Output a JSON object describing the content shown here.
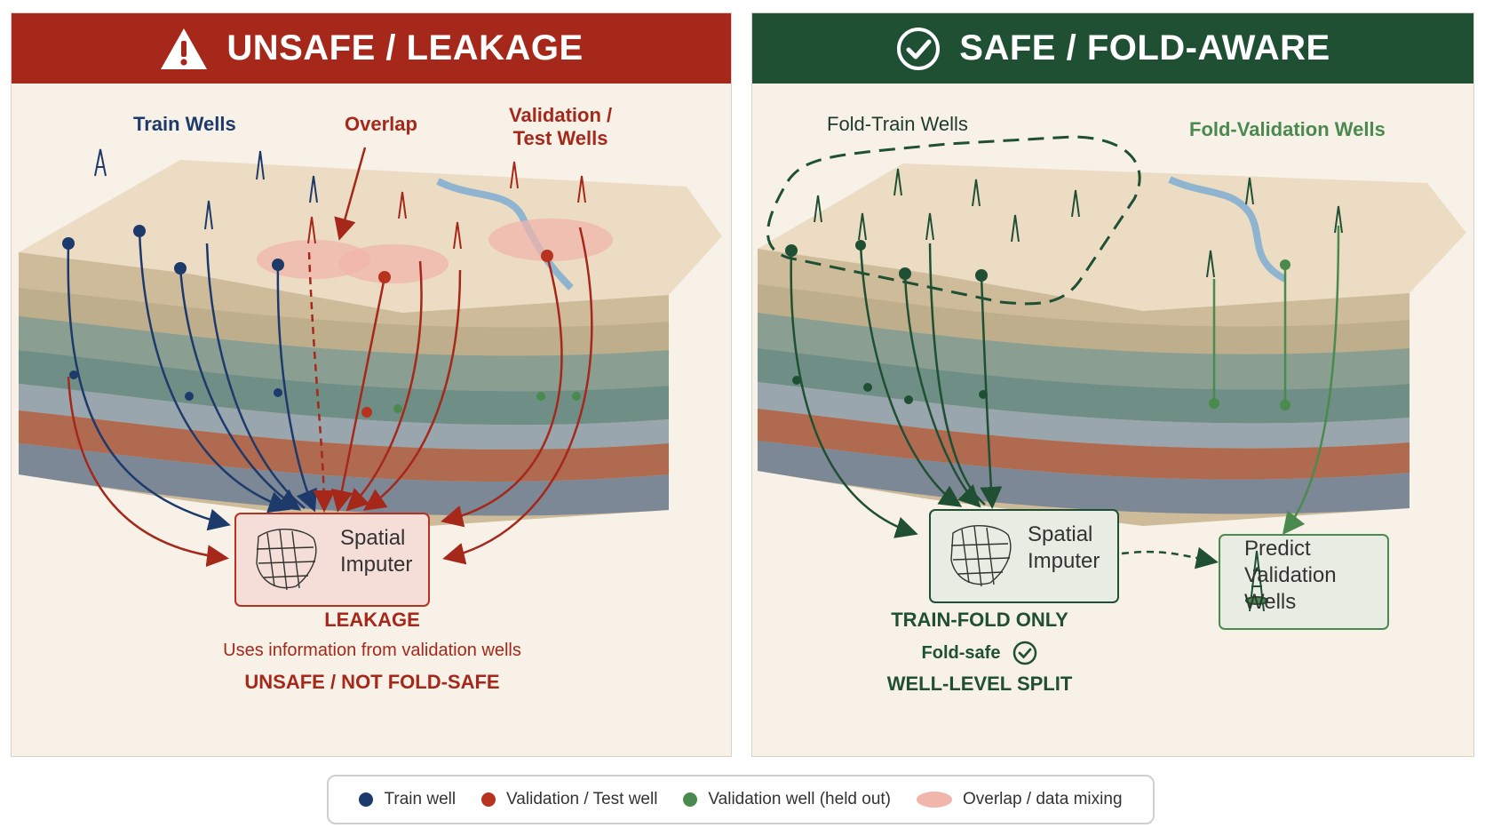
{
  "left": {
    "title": "UNSAFE / LEAKAGE",
    "icon": "warning-icon",
    "color": "#a5281a",
    "labels": {
      "train": "Train Wells",
      "overlap": "Overlap",
      "validation_line1": "Validation /",
      "validation_line2": "Test Wells"
    },
    "imputer_line1": "Spatial",
    "imputer_line2": "Imputer",
    "status_title": "LEAKAGE",
    "status_desc": "Uses information from validation wells",
    "status_verdict": "UNSAFE / NOT FOLD-SAFE"
  },
  "right": {
    "title": "SAFE / FOLD-AWARE",
    "icon": "check-circle-icon",
    "color": "#1f5034",
    "labels": {
      "fold_train": "Fold-Train Wells",
      "fold_validation": "Fold-Validation Wells"
    },
    "imputer_line1": "Spatial",
    "imputer_line2": "Imputer",
    "predict_line1": "Predict",
    "predict_line2": "Validation",
    "predict_line3": "Wells",
    "status_title": "TRAIN-FOLD ONLY",
    "status_foldsafe": "Fold-safe",
    "status_split": "WELL-LEVEL SPLIT"
  },
  "legend": [
    {
      "label": "Train well",
      "color": "#1d3a6b",
      "icon": "dot"
    },
    {
      "label": "Validation / Test well",
      "color": "#b7321f",
      "icon": "dot"
    },
    {
      "label": "Validation well (held out)",
      "color": "#4a8a4e",
      "icon": "dot"
    },
    {
      "label": "Overlap / data mixing",
      "color": "#f0b6ab",
      "icon": "blob"
    }
  ]
}
